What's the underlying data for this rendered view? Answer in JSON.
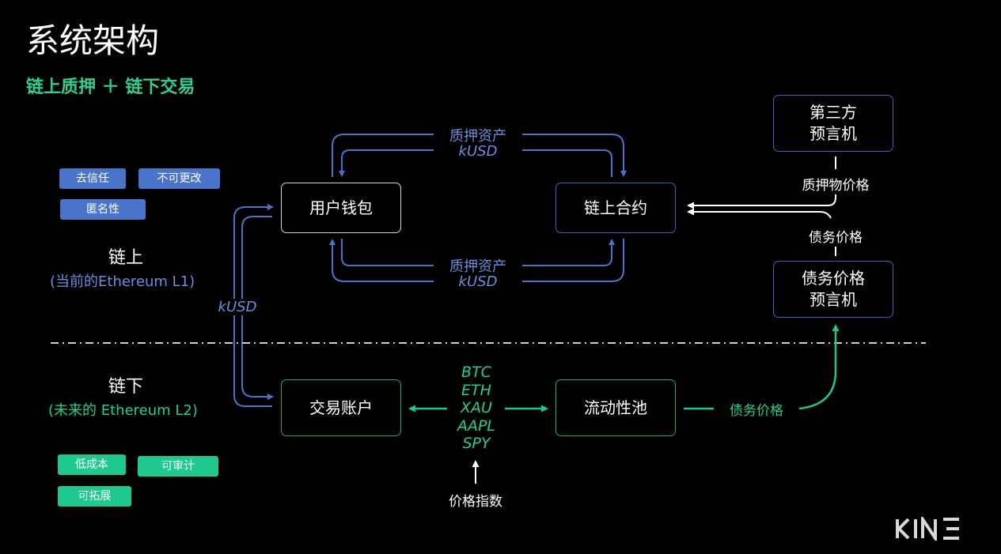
{
  "header": {
    "title": "系统架构",
    "subtitle": "链上质押 ＋ 链下交易"
  },
  "tags": {
    "onchain": [
      "去信任",
      "不可更改",
      "匿名性"
    ],
    "offchain": [
      "低成本",
      "可审计",
      "可拓展"
    ]
  },
  "zones": {
    "onchain": {
      "label": "链上",
      "sub": "(当前的Ethereum L1)"
    },
    "offchain": {
      "label": "链下",
      "sub": "(未来的 Ethereum L2)"
    }
  },
  "nodes": {
    "user_wallet": "用户钱包",
    "onchain_contract": "链上合约",
    "third_party_oracle": [
      "第三方",
      "预言机"
    ],
    "debt_oracle": [
      "债务价格",
      "预言机"
    ],
    "trading_account": "交易账户",
    "liquidity_pool": "流动性池"
  },
  "flows": {
    "top_loop": [
      "质押资产",
      "kUSD"
    ],
    "bottom_loop": [
      "质押资产",
      "kUSD"
    ],
    "left_link": "kUSD",
    "collateral_price": "质押物价格",
    "debt_price": "债务价格",
    "assets": [
      "BTC",
      "ETH",
      "XAU",
      "AAPL",
      "SPY"
    ],
    "price_index": "价格指数",
    "pool_debt_price": "债务价格"
  },
  "logo": "KINE",
  "colors": {
    "blue": "#4a74c9",
    "green": "#1ec88f",
    "white": "#ffffff",
    "background": "#000000"
  }
}
